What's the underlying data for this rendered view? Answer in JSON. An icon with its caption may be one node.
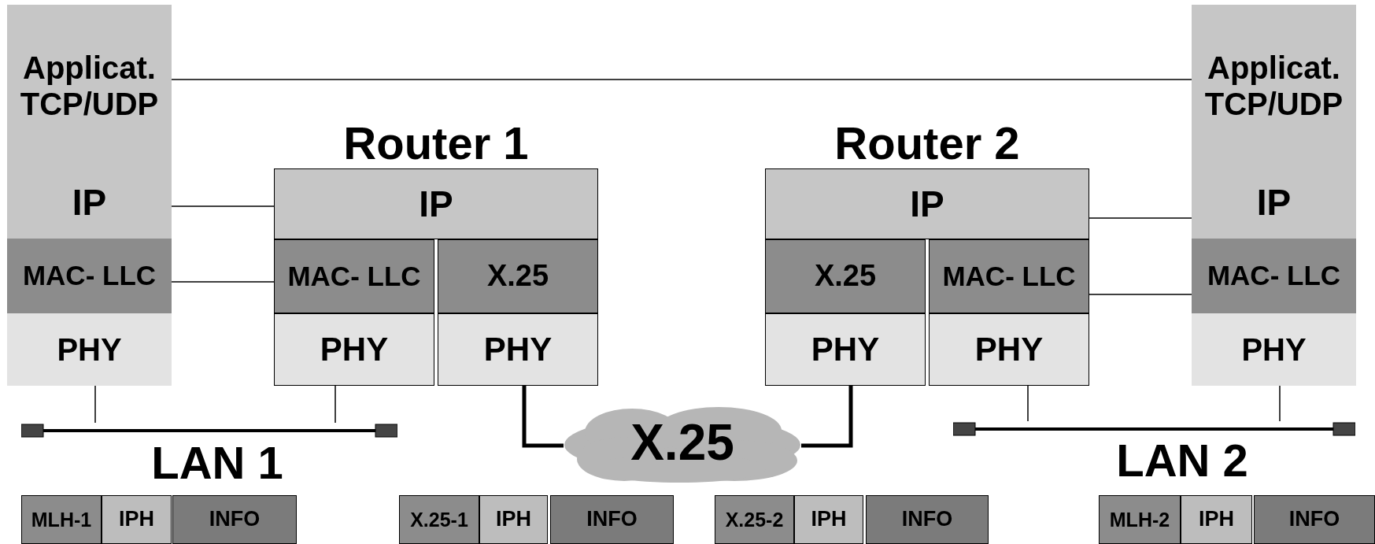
{
  "diagram": {
    "nodes": [
      {
        "text": [
          "Applicat.",
          "TCP/UDP"
        ]
      },
      {
        "text": [
          "IP"
        ]
      },
      {
        "text": [
          "MAC- LLC"
        ]
      },
      {
        "text": [
          "PHY"
        ]
      },
      {
        "text": [
          "IP"
        ]
      },
      {
        "text": [
          "MAC- LLC"
        ]
      },
      {
        "text": [
          "X.25"
        ]
      },
      {
        "text": [
          "PHY"
        ]
      },
      {
        "text": [
          "PHY"
        ]
      },
      {
        "text": [
          "IP"
        ]
      },
      {
        "text": [
          "X.25"
        ]
      },
      {
        "text": [
          "MAC- LLC"
        ]
      },
      {
        "text": [
          "PHY"
        ]
      },
      {
        "text": [
          "PHY"
        ]
      },
      {
        "text": [
          "Applicat.",
          "TCP/UDP"
        ]
      },
      {
        "text": [
          "IP"
        ]
      },
      {
        "text": [
          "MAC- LLC"
        ]
      },
      {
        "text": [
          "PHY"
        ]
      },
      {
        "text": [],
        "shape": "bar",
        "beside": [
          "LAN 1"
        ]
      },
      {
        "text": [
          "X.25"
        ]
      },
      {
        "text": [],
        "shape": "bar",
        "beside": [
          "LAN 2"
        ]
      },
      {
        "text": [
          "MLH-1"
        ]
      },
      {
        "text": [
          "IPH"
        ]
      },
      {
        "text": [
          "INFO"
        ]
      },
      {
        "text": [
          "X.25-1"
        ]
      },
      {
        "text": [
          "IPH"
        ]
      },
      {
        "text": [
          "INFO"
        ]
      },
      {
        "text": [
          "X.25-2"
        ]
      },
      {
        "text": [
          "IPH"
        ]
      },
      {
        "text": [
          "INFO"
        ]
      },
      {
        "text": [
          "MLH-2"
        ]
      },
      {
        "text": [
          "IPH"
        ]
      },
      {
        "text": [
          "INFO"
        ]
      }
    ],
    "edges": [
      {
        "from": 0,
        "to": 14,
        "arrow": "none"
      },
      {
        "from": 1,
        "to": 4,
        "arrow": "none"
      },
      {
        "from": 2,
        "to": 5,
        "arrow": "none"
      },
      {
        "from": 9,
        "to": 15,
        "arrow": "none"
      },
      {
        "from": 11,
        "to": 16,
        "arrow": "none"
      },
      {
        "from": 3,
        "to": 18,
        "arrow": "none"
      },
      {
        "from": 7,
        "to": 18,
        "arrow": "none"
      },
      {
        "from": 8,
        "to": 19,
        "arrow": "none",
        "style": "thick"
      },
      {
        "from": 12,
        "to": 19,
        "arrow": "none",
        "style": "thick"
      },
      {
        "from": 13,
        "to": 20,
        "arrow": "none"
      },
      {
        "from": 17,
        "to": 20,
        "arrow": "none"
      }
    ],
    "labels": [
      "Router 1",
      "Router 2"
    ]
  }
}
